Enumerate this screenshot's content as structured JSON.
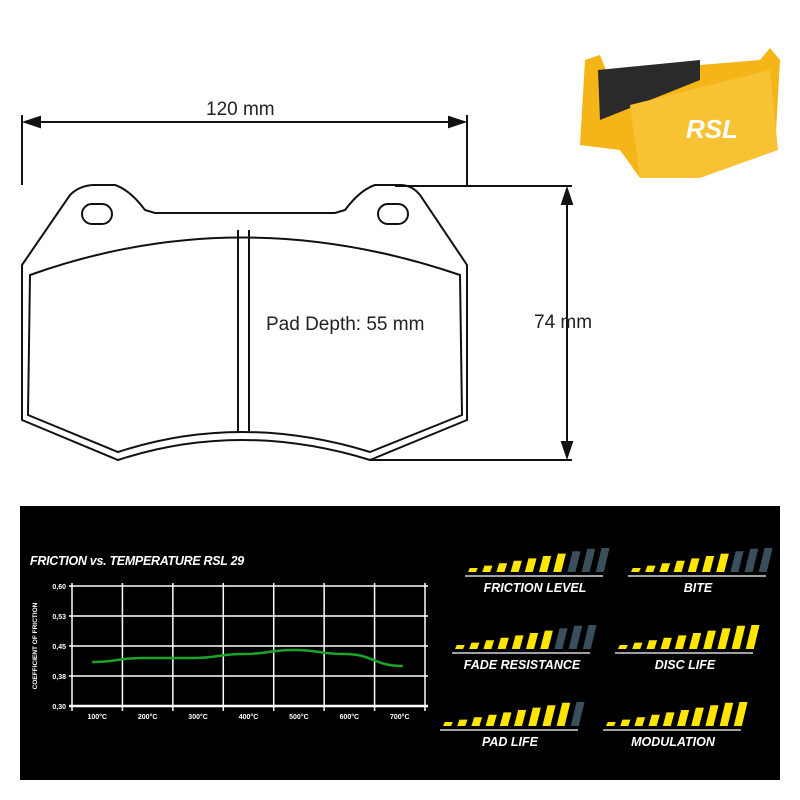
{
  "dimensions": {
    "width": "120 mm",
    "height": "74 mm",
    "depth": "Pad Depth: 55 mm"
  },
  "product": {
    "logo": "RSL",
    "color": "#f5b417"
  },
  "panel": {
    "chart_title": "FRICTION vs. TEMPERATURE RSL 29",
    "ratings": [
      {
        "label": "FRICTION LEVEL",
        "value": 7,
        "max": 10
      },
      {
        "label": "BITE",
        "value": 7,
        "max": 10
      },
      {
        "label": "FADE RESISTANCE",
        "value": 7,
        "max": 10
      },
      {
        "label": "DISC LIFE",
        "value": 10,
        "max": 10
      },
      {
        "label": "PAD LIFE",
        "value": 9,
        "max": 10
      },
      {
        "label": "MODULATION",
        "value": 10,
        "max": 10
      }
    ],
    "colors": {
      "active": "#ffe600",
      "inactive": "#3a4f5c",
      "line": "#1aa52a"
    }
  },
  "chart_data": {
    "type": "line",
    "title": "FRICTION vs. TEMPERATURE RSL 29",
    "xlabel": "",
    "ylabel": "COEFFICIENT OF FRICTION",
    "categories": [
      "100°C",
      "200°C",
      "300°C",
      "400°C",
      "500°C",
      "600°C",
      "700°C"
    ],
    "values": [
      0.41,
      0.42,
      0.42,
      0.43,
      0.44,
      0.43,
      0.4
    ],
    "yticks": [
      "0,60",
      "0,53",
      "0,45",
      "0,38",
      "0,30"
    ],
    "ylim": [
      0.3,
      0.6
    ],
    "grid": true
  }
}
